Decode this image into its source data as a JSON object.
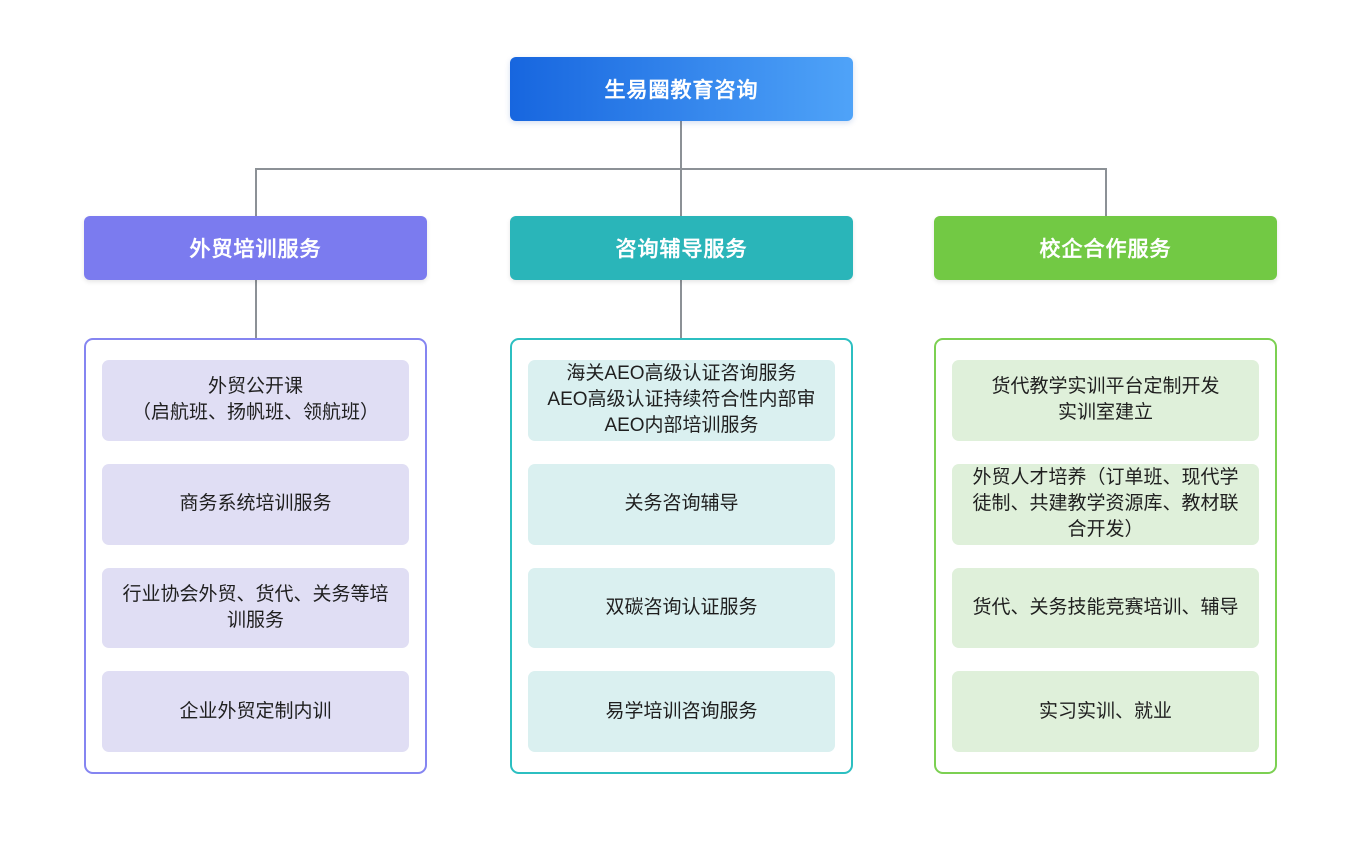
{
  "root": {
    "label": "生易圈教育咨询",
    "gradient_from": "#1766df",
    "gradient_to": "#4fa3f8"
  },
  "connector_color": "#8c9196",
  "branches": [
    {
      "label": "外贸培训服务",
      "header_color": "#7b7bef",
      "border_color": "#8585f1",
      "item_bg": "#e0def4",
      "items": [
        {
          "lines": [
            "外贸公开课",
            "（启航班、扬帆班、领航班）"
          ]
        },
        {
          "lines": [
            "商务系统培训服务"
          ]
        },
        {
          "lines": [
            "行业协会外贸、货代、关务等培训服务"
          ]
        },
        {
          "lines": [
            "企业外贸定制内训"
          ]
        }
      ]
    },
    {
      "label": "咨询辅导服务",
      "header_color": "#2ab5b9",
      "border_color": "#2cbfc1",
      "item_bg": "#daf0f0",
      "items": [
        {
          "lines": [
            "海关AEO高级认证咨询服务",
            "AEO高级认证持续符合性内部审",
            "AEO内部培训服务"
          ]
        },
        {
          "lines": [
            "关务咨询辅导"
          ]
        },
        {
          "lines": [
            "双碳咨询认证服务"
          ]
        },
        {
          "lines": [
            "易学培训咨询服务"
          ]
        }
      ]
    },
    {
      "label": "校企合作服务",
      "header_color": "#72c944",
      "border_color": "#7cd052",
      "item_bg": "#dff0da",
      "items": [
        {
          "lines": [
            "货代教学实训平台定制开发",
            "实训室建立"
          ]
        },
        {
          "lines": [
            "外贸人才培养（订单班、现代学徒制、共建教学资源库、教材联合开发）"
          ]
        },
        {
          "lines": [
            "货代、关务技能竞赛培训、辅导"
          ]
        },
        {
          "lines": [
            "实习实训、就业"
          ]
        }
      ]
    }
  ]
}
